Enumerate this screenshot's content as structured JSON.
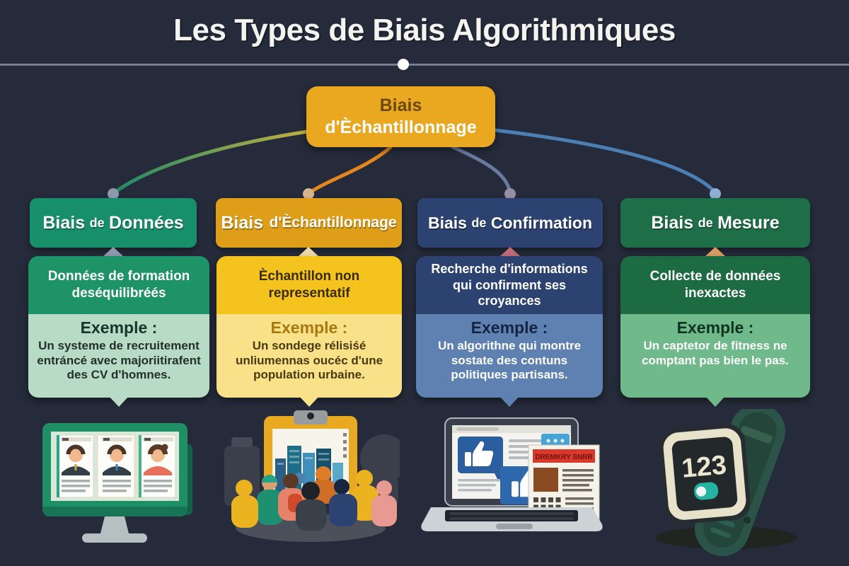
{
  "page": {
    "title": "Les Types de Biais Algorithmiques",
    "background_color": "#252b3a",
    "title_color": "#f4f3f0"
  },
  "root_node": {
    "line1": "Biais",
    "line2": "d'Èchantillonnage",
    "color": "#e9a81f"
  },
  "columns": [
    {
      "key": "biais-de-donnees",
      "header": {
        "word1": "Biais",
        "word2": "de",
        "word3": "Données",
        "color": "#17906a"
      },
      "subtitle": "Données de formation deséquilibréés",
      "example": {
        "label": "Exemple :",
        "text": "Un systeme de recruitement entráncé avec majoriitirafent des CV d'homnes."
      },
      "colors": {
        "band": "#1f9368",
        "body": "#b7dbc5",
        "connector": "#1d8a68",
        "dot": "#8d99ad"
      },
      "illustration": {
        "name": "monitor-with-cv-cards"
      }
    },
    {
      "key": "biais-d-echantillonnage",
      "header": {
        "word1": "Biais",
        "word2": "",
        "word3": "d'Èchantillonnage",
        "color": "#df9e18"
      },
      "subtitle": "Èchantillon non representatif",
      "example": {
        "label": "Exemple :",
        "text": "Un sondege rélisiśé unliumennas oucéc d'une population urbaine."
      },
      "colors": {
        "band": "#f5c31e",
        "body": "#f8e189",
        "connector": "#e2861d",
        "dot": "#d6b48d"
      },
      "illustration": {
        "name": "clipboard-survey-crowd"
      }
    },
    {
      "key": "biais-de-confirmation",
      "header": {
        "word1": "Biais",
        "word2": "de",
        "word3": "Confirmation",
        "color": "#2c4372"
      },
      "subtitle": "Recherche d'informations qui confirment ses croyances",
      "example": {
        "label": "Exemple :",
        "text": "Un algorithne qui montre sostate des contuns politiques partisans."
      },
      "colors": {
        "band": "#2c4372",
        "body": "#5e81b2",
        "connector": "#6a7aa0",
        "dot": "#968fa4"
      },
      "illustration": {
        "name": "laptop-likes-and-news",
        "headline": "DREMKRY SNRR"
      }
    },
    {
      "key": "biais-de-mesure",
      "header": {
        "word1": "Biais",
        "word2": "de",
        "word3": "Mesure",
        "color": "#1e6f47"
      },
      "subtitle": "Collecte de données inexactes",
      "example": {
        "label": "Exemple :",
        "text": "Un captetor de fitness ne comptant pas bien le pas."
      },
      "colors": {
        "band": "#1d6b43",
        "body": "#6fb98b",
        "connector": "#4c80b4",
        "dot": "#8fb0d3"
      },
      "illustration": {
        "name": "fitness-smartwatch",
        "display": "123"
      }
    }
  ]
}
